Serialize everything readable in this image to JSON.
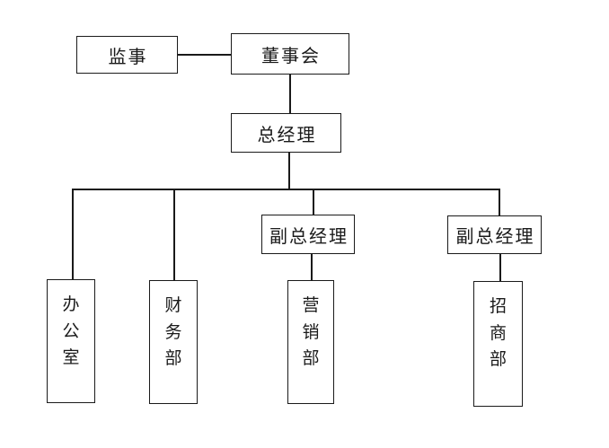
{
  "org_chart": {
    "nodes": {
      "supervisor": {
        "label": "监事"
      },
      "board": {
        "label": "董事会"
      },
      "general_manager": {
        "label": "总经理"
      },
      "deputy_manager_1": {
        "label": "副总经理"
      },
      "deputy_manager_2": {
        "label": "副总经理"
      },
      "office": {
        "label": "办公室"
      },
      "finance_dept": {
        "label": "财务部"
      },
      "marketing_dept": {
        "label": "营销部"
      },
      "investment_dept": {
        "label": "招商部"
      }
    },
    "edges": [
      {
        "from": "supervisor",
        "to": "board"
      },
      {
        "from": "board",
        "to": "general_manager"
      },
      {
        "from": "general_manager",
        "to": "office"
      },
      {
        "from": "general_manager",
        "to": "finance_dept"
      },
      {
        "from": "general_manager",
        "to": "deputy_manager_1"
      },
      {
        "from": "general_manager",
        "to": "deputy_manager_2"
      },
      {
        "from": "deputy_manager_1",
        "to": "marketing_dept"
      },
      {
        "from": "deputy_manager_2",
        "to": "investment_dept"
      }
    ],
    "colors": {
      "line": "#1a1a1a",
      "background": "#ffffff",
      "box_fill": "#ffffff"
    }
  }
}
